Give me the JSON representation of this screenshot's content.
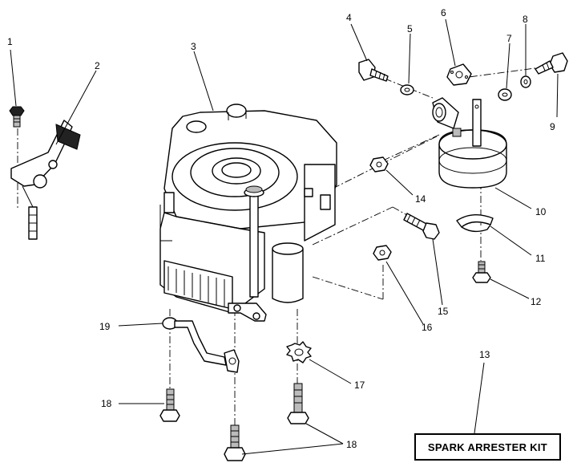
{
  "callouts": {
    "c1": "1",
    "c2": "2",
    "c3": "3",
    "c4": "4",
    "c5": "5",
    "c6": "6",
    "c7": "7",
    "c8": "8",
    "c9": "9",
    "c10": "10",
    "c11": "11",
    "c12": "12",
    "c13": "13",
    "c14": "14",
    "c15": "15",
    "c16": "16",
    "c17": "17",
    "c18a": "18",
    "c18b": "18",
    "c19": "19"
  },
  "kit_label": "SPARK ARRESTER KIT"
}
